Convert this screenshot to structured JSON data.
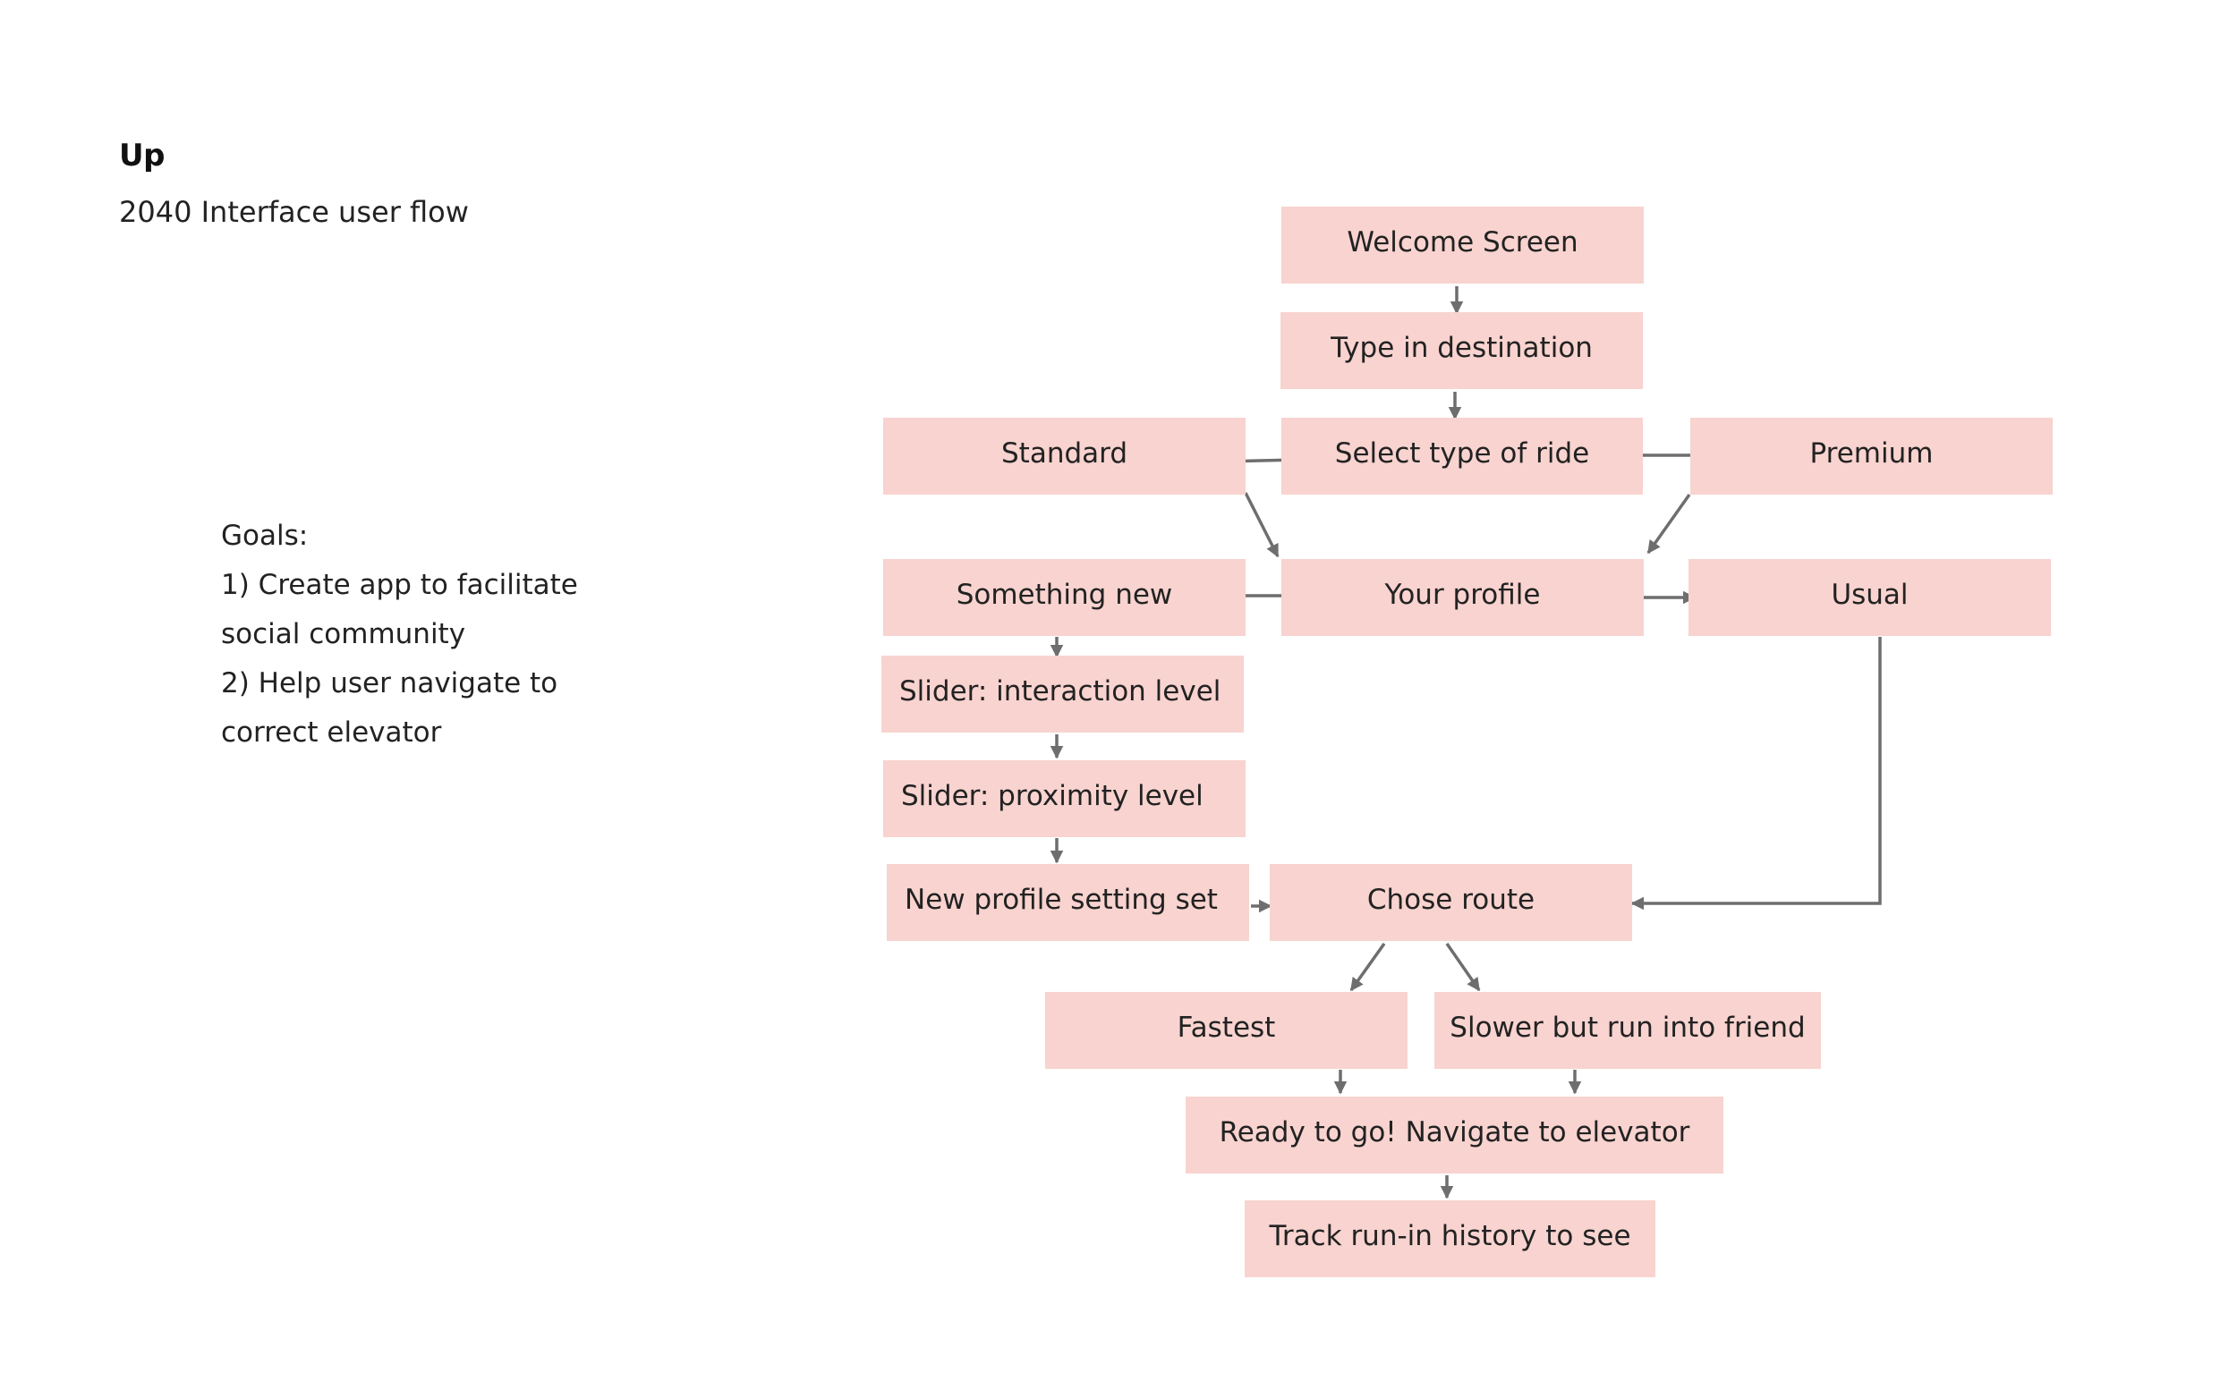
{
  "header": {
    "title": "Up",
    "subtitle": "2040 Interface user flow"
  },
  "goals": {
    "lines": [
      "Goals:",
      "1) Create app to facilitate",
      "social community",
      "2) Help user navigate to",
      "correct elevator"
    ]
  },
  "flow": {
    "node_fill": "#f8d3cf",
    "connector_color": "#6e6e6e",
    "nodes": {
      "welcome": "Welcome Screen",
      "destination": "Type in destination",
      "select_ride": "Select type of ride",
      "standard": "Standard",
      "premium": "Premium",
      "profile": "Your profile",
      "something_new": "Something new",
      "usual": "Usual",
      "interaction": "Slider: interaction level",
      "proximity": "Slider: proximity level",
      "new_profile": "New profile setting set",
      "chose_route": "Chose route",
      "fastest": "Fastest",
      "slower": "Slower but run into friend",
      "ready": "Ready to go! Navigate to elevator",
      "track": "Track run-in history to see"
    }
  }
}
